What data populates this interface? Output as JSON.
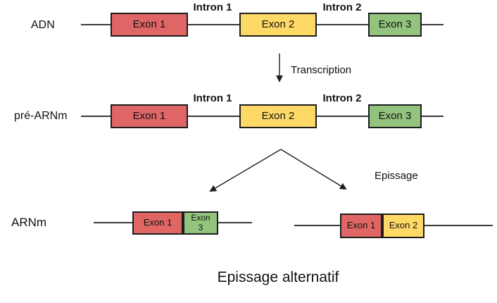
{
  "title": "Epissage alternatif",
  "palette": {
    "exon1_red": "#E06666",
    "exon2_yellow": "#FFD966",
    "exon3_green": "#93C47D",
    "stroke_black": "#1D1D1D"
  },
  "adn": {
    "label": "ADN",
    "exon1": "Exon 1",
    "intron1": "Intron 1",
    "exon2": "Exon 2",
    "intron2": "Intron 2",
    "exon3": "Exon 3"
  },
  "transcription": {
    "label": "Transcription"
  },
  "pre_arnm": {
    "label": "pré-ARNm",
    "exon1": "Exon 1",
    "intron1": "Intron 1",
    "exon2": "Exon 2",
    "intron2": "Intron 2",
    "exon3": "Exon 3"
  },
  "epissage": {
    "label": "Epissage"
  },
  "arnm": {
    "label": "ARNm",
    "variant_left": {
      "exon1": "Exon 1",
      "exon3": "Exon 3"
    },
    "variant_right": {
      "exon1": "Exon 1",
      "exon2": "Exon 2"
    }
  }
}
